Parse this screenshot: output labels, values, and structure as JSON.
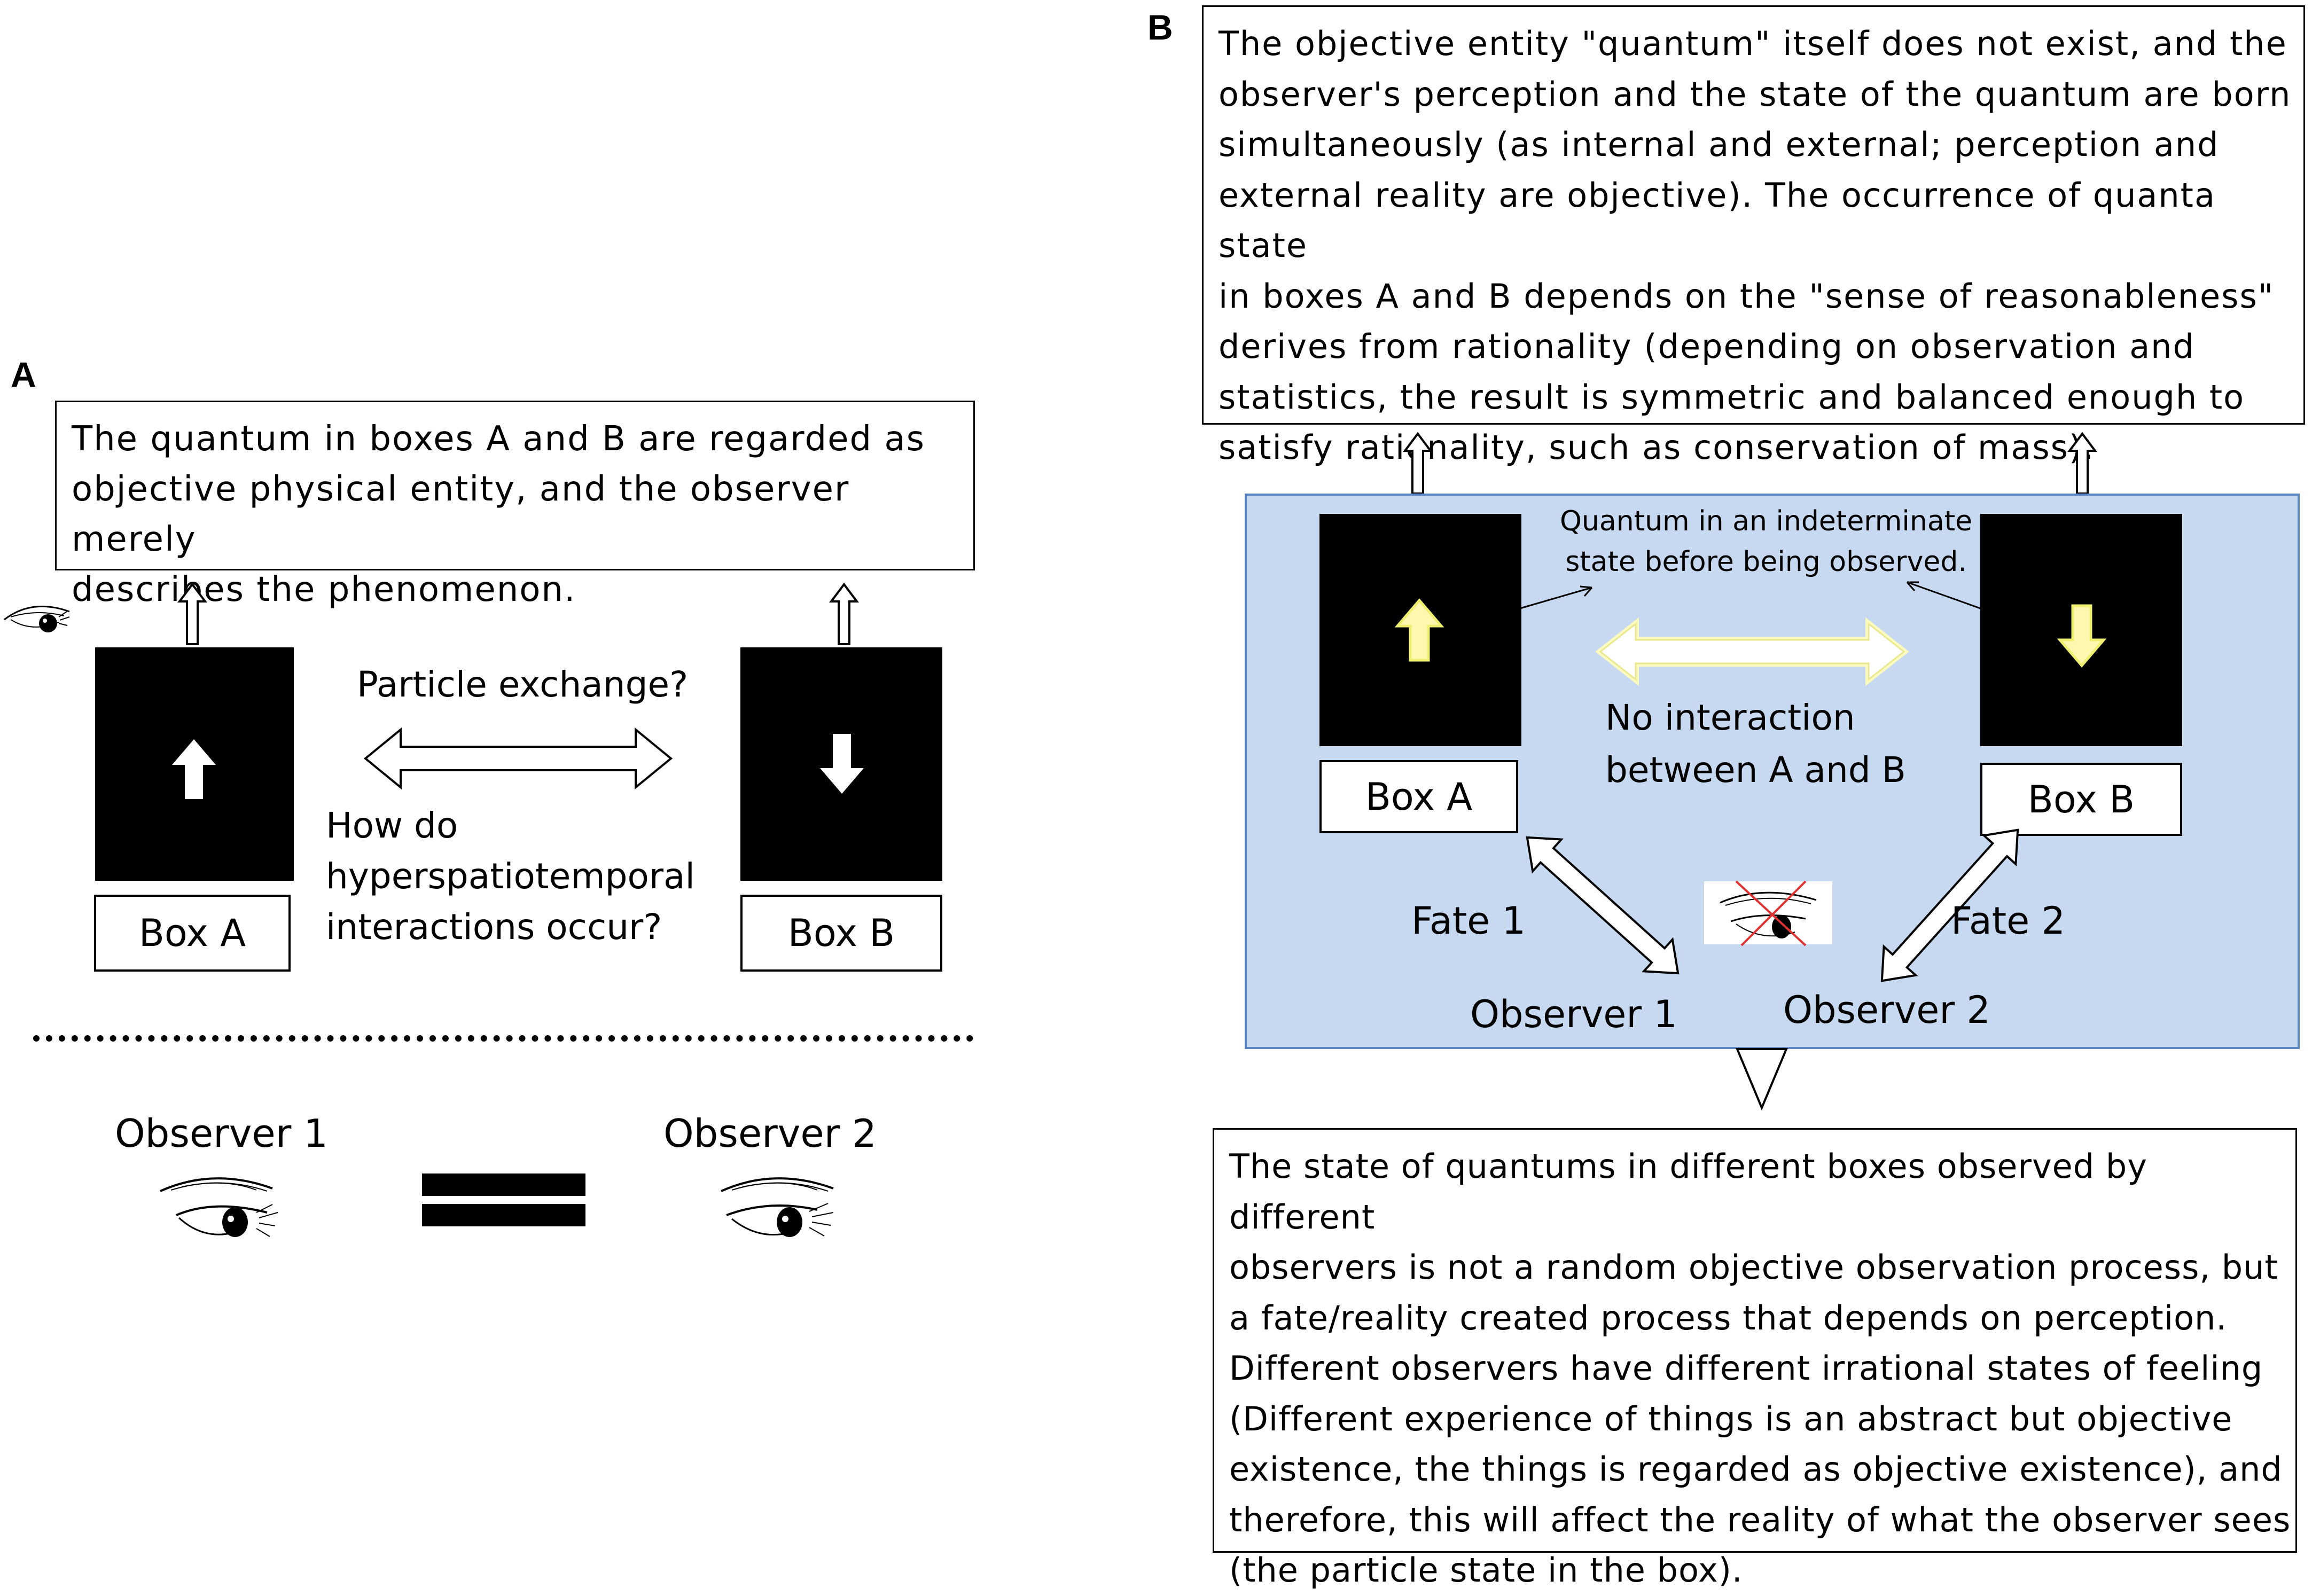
{
  "panel_a": {
    "letter": "A",
    "description": "The quantum in boxes A and B are regarded as\nobjective physical entity, and the observer merely\ndescribes the phenomenon.",
    "box_a_label": "Box A",
    "box_b_label": "Box B",
    "particle_exchange": "Particle exchange?",
    "question": "How do\nhyperspatiotemporal\ninteractions occur?",
    "observer_1": "Observer 1",
    "observer_2": "Observer 2"
  },
  "panel_b": {
    "letter": "B",
    "top_text": "The objective entity \"quantum\" itself does not exist, and the\nobserver's perception and the state of the quantum are born\nsimultaneously (as internal and external; perception and\nexternal reality are objective). The occurrence of quanta state\nin boxes A and B depends on the \"sense of reasonableness\"\nderives from rationality (depending on observation and\nstatistics, the result is symmetric and balanced enough to\nsatisfy rationality, such as conservation of mass).",
    "indeterminate_note": "Quantum in an indeterminate\nstate before being observed.",
    "no_interaction": "No interaction\nbetween A and B",
    "box_a_label": "Box A",
    "box_b_label": "Box B",
    "fate_1": "Fate 1",
    "fate_2": "Fate 2",
    "observer_1": "Observer 1",
    "observer_2": "Observer 2",
    "bottom_text": "The state of quantums in different boxes observed by different\nobservers is not a random objective observation process, but\na fate/reality created process that depends on perception.\nDifferent observers have different irrational states of feeling\n(Different experience of things is an abstract but objective\nexistence, the things is regarded as objective existence), and\ntherefore, this will affect the reality of what the observer sees\n(the particle state in the box).",
    "colors": {
      "blue_panel": "#c6d9f1",
      "blue_border": "#5a86c6",
      "glow": "#fbfbc0",
      "cross": "#e03030"
    }
  }
}
